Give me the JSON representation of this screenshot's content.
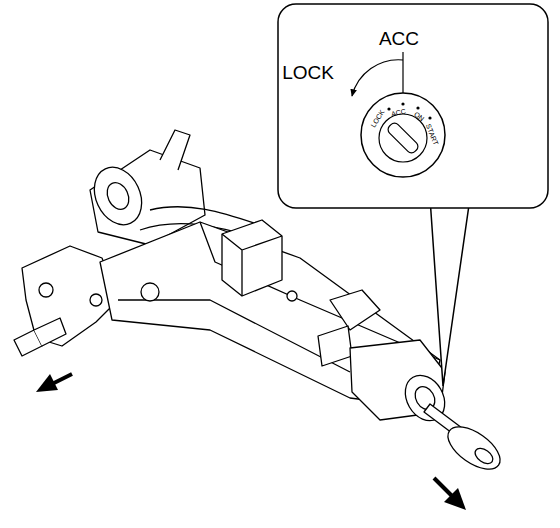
{
  "diagram": {
    "labels": [
      "ACC",
      "LOCK",
      "LOCK",
      "ACC",
      "ON",
      "START"
    ]
  }
}
